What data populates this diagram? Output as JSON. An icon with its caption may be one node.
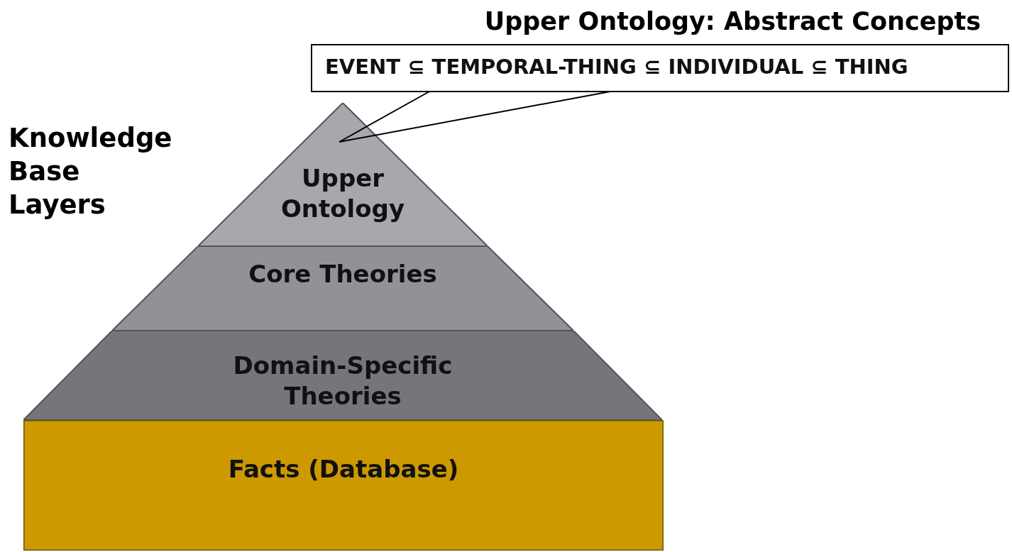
{
  "diagram": {
    "title": "Upper Ontology: Abstract Concepts",
    "nodes": [
      {
        "text": [
          "EVENT ⊆ TEMPORAL-THING ⊆ INDIVIDUAL ⊆ THING"
        ]
      },
      {
        "text": [
          "Upper Ontology"
        ]
      },
      {
        "text": [
          "Core Theories"
        ]
      },
      {
        "text": [
          "Domain-Specific Theories"
        ]
      },
      {
        "text": [
          "Facts (Database)"
        ]
      }
    ],
    "edges": [
      {
        "from": 0,
        "to": 1,
        "arrow": "none"
      }
    ],
    "labels": [
      "Knowledge Base Layers"
    ]
  }
}
